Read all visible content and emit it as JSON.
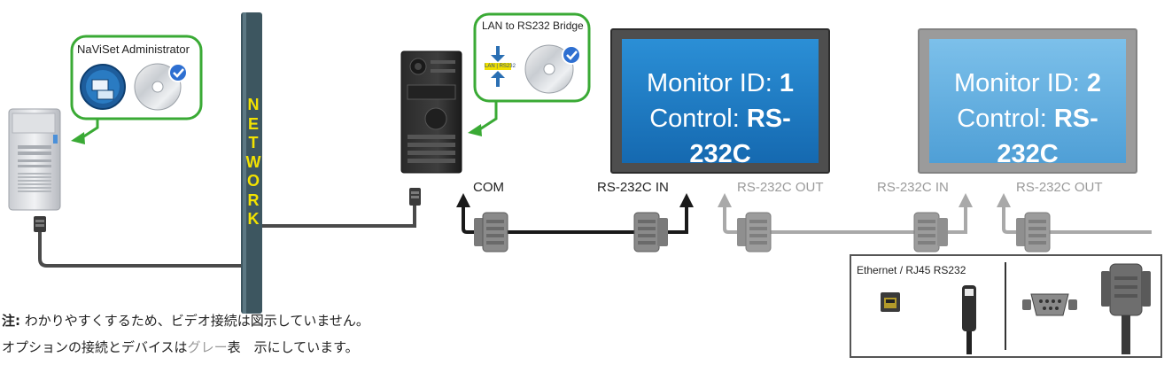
{
  "software": {
    "naviset_label": "NaViSet Administrator",
    "bridge_label": "LAN to RS232 Bridge",
    "bridge_icon_text": "LAN | RS232"
  },
  "network": {
    "letters": [
      "N",
      "E",
      "T",
      "W",
      "O",
      "R",
      "K"
    ]
  },
  "monitors": [
    {
      "id_label": "Monitor ID: ",
      "id_value": "1",
      "control_label": "Control: ",
      "control_value": "RS-232C",
      "active": true
    },
    {
      "id_label": "Monitor ID: ",
      "id_value": "2",
      "control_label": "Control: ",
      "control_value": "RS-232C",
      "active": false
    }
  ],
  "ports": {
    "com": "COM",
    "rs232c_in_1": "RS-232C IN",
    "rs232c_out_1": "RS-232C OUT",
    "rs232c_in_2": "RS-232C IN",
    "rs232c_out_2": "RS-232C OUT"
  },
  "legend": {
    "ethernet_label": "Ethernet / RJ45 RS232"
  },
  "notes": {
    "line1_prefix": "注:",
    "line1_text": " わかりやすくするため、ビデオ接続は図示していません。",
    "line2_a": "オプションの接続とデバイスは",
    "line2_gray": "グレー",
    "line2_b": "表　示にしています。"
  },
  "colors": {
    "accent_green": "#3aaa35",
    "monitor_blue": "#1d7fcb",
    "monitor_blue_light": "#6ab3e3",
    "network_bar": "#3d5660",
    "network_letters": "#f2e200",
    "inactive_gray": "#9a9a9a"
  }
}
